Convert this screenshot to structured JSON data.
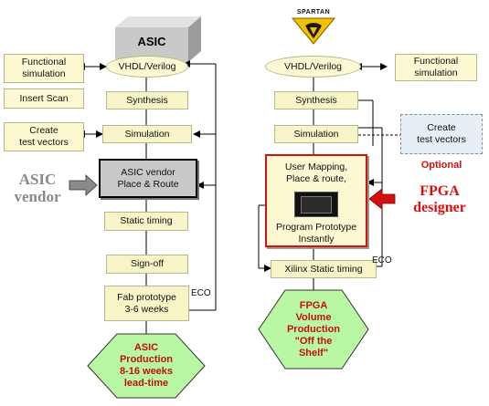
{
  "asic": {
    "title": "ASIC",
    "vendor_label_line1": "ASIC",
    "vendor_label_line2": "vendor",
    "steps": {
      "vhdl": "VHDL/Verilog",
      "synthesis": "Synthesis",
      "simulation": "Simulation",
      "place_route": "ASIC vendor\nPlace & Route",
      "static_timing": "Static timing",
      "signoff": "Sign-off",
      "fab": "Fab prototype\n3-6 weeks"
    },
    "side": {
      "functional_sim": "Functional\nsimulation",
      "insert_scan": "Insert Scan",
      "create_vectors": "Create\ntest vectors"
    },
    "eco": "ECO",
    "production": "ASIC\nProduction\n8-16 weeks\nlead-time"
  },
  "fpga": {
    "logo": "SPARTAN",
    "steps": {
      "vhdl": "VHDL/Verilog",
      "synthesis": "Synthesis",
      "simulation": "Simulation",
      "mapping": "User Mapping,\nPlace & route,",
      "program": "Program Prototype\nInstantly",
      "static_timing": "Xilinx Static timing"
    },
    "side": {
      "functional_sim": "Functional\nsimulation",
      "create_vectors": "Create\ntest vectors",
      "optional": "Optional"
    },
    "designer_line1": "FPGA",
    "designer_line2": "designer",
    "eco": "ECO",
    "production": "FPGA\nVolume\nProduction\n\"Off the\nShelf\""
  },
  "colors": {
    "cream": "#fbf8d2",
    "hex_fill": "#b9f7a3",
    "designer_red": "#d41010",
    "optional_red": "#d41010",
    "asic_box_gray": "#c8c8c8"
  }
}
